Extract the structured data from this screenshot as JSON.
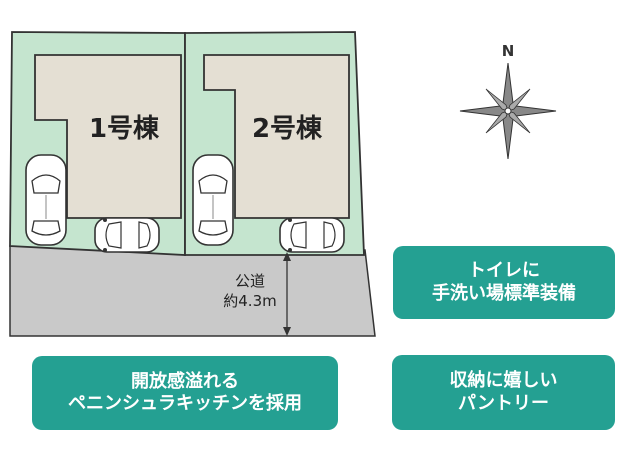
{
  "lots": [
    {
      "label": "1号棟"
    },
    {
      "label": "2号棟"
    }
  ],
  "road": {
    "line1": "公道",
    "line2": "約4.3m"
  },
  "compass": {
    "north_label": "N",
    "icon": "compass-rose-icon"
  },
  "badges": {
    "toilet": {
      "line1": "トイレに",
      "line2": "手洗い場標準装備"
    },
    "kitchen": {
      "line1": "開放感溢れる",
      "line2": "ペニンシュラキッチンを採用"
    },
    "storage": {
      "line1": "収納に嬉しい",
      "line2": "パントリー"
    }
  },
  "colors": {
    "lot_green": "#c5e5cf",
    "house_beige": "#e4dfd3",
    "road_gray": "#c9c9c9",
    "badge_teal": "#24a092",
    "outline": "#333333"
  }
}
